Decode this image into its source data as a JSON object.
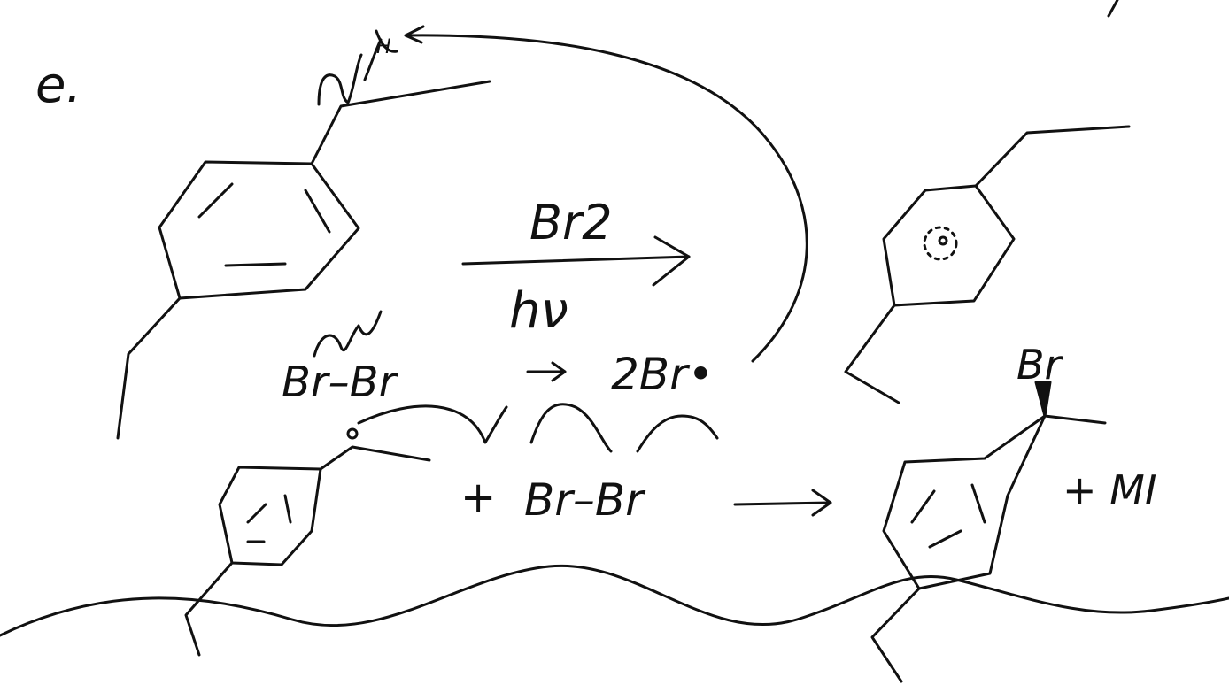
{
  "problem": {
    "label": "e."
  },
  "reaction": {
    "reagent_top": "Br2",
    "reagent_bottom": "hν"
  },
  "initiation": {
    "reactant": "Br–Br",
    "product": "2Br•"
  },
  "propagation": {
    "reactant": "Br–Br",
    "plus": "+",
    "bromine_label": "Br",
    "side_product": "+ MI"
  },
  "annotations": {
    "top_scribble": "H"
  },
  "colors": {
    "ink": "#111111",
    "paper": "#ffffff"
  }
}
